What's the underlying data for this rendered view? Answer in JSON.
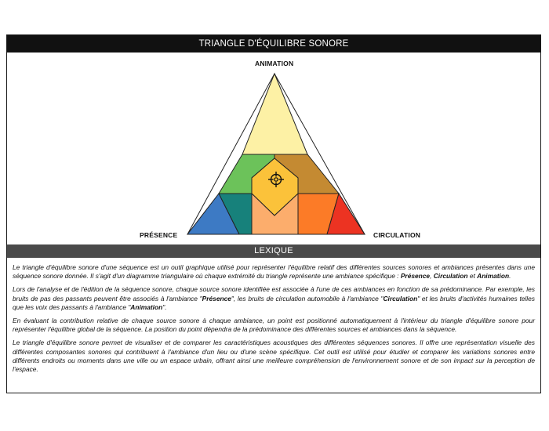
{
  "header": {
    "title": "TRIANGLE D'ÉQUILIBRE SONORE"
  },
  "diagram": {
    "vertices": {
      "top": "ANIMATION",
      "left": "PRÉSENCE",
      "right": "CIRCULATION"
    },
    "colors": {
      "top": "#fdf1a5",
      "green": "#6cc25a",
      "brown": "#c48a32",
      "center": "#fbc23a",
      "blue": "#3d7ac4",
      "teal": "#17817b",
      "peach": "#fcad6c",
      "orange": "#fc7b27",
      "red": "#ec3322"
    },
    "marker": "crosshair-icon"
  },
  "lexique": {
    "title": "LEXIQUE",
    "p1": {
      "t1": "Le triangle d'équilibre sonore d'une séquence est un outil graphique utilisé pour représenter l'équilibre relatif des différentes sources sonores et ambiances présentes dans une séquence sonore donnée. Il s'agit d'un diagramme triangulaire où chaque extrémité du triangle représente une ambiance spécifique : ",
      "b1": "Présence",
      "t2": ", ",
      "b2": "Circulation",
      "t3": " et ",
      "b3": "Animation",
      "t4": "."
    },
    "p2": {
      "t1": "Lors de l'analyse et de l'édition de la séquence sonore, chaque source sonore identifiée est associée à l'une de ces ambiances en fonction de sa prédominance. Par exemple, les bruits de pas des passants peuvent être associés à l'ambiance \"",
      "b1": "Présence",
      "t2": "\", les bruits de circulation automobile à l'ambiance \"",
      "b2": "Circulation",
      "t3": "\" et les bruits d'activités humaines telles que les voix des passants à l'ambiance \"",
      "b3": "Animation",
      "t4": "\"."
    },
    "p3": "En évaluant la contribution relative de chaque source sonore à chaque ambiance, un point est positionné automatiquement à l'intérieur du triangle d'équilibre sonore pour représenter l'équilibre global de la séquence. La position du point dépendra de la prédominance des différentes sources et ambiances dans la séquence.",
    "p4": "Le triangle d'équilibre sonore permet de visualiser et de comparer les caractéristiques acoustiques des différentes séquences sonores. Il offre une représentation visuelle des différentes composantes sonores qui contribuent à l'ambiance d'un lieu ou d'une scène spécifique. Cet outil est utilisé pour étudier et comparer les variations sonores entre différents endroits ou moments dans une ville ou un espace urbain, offrant ainsi une meilleure compréhension de l'environnement sonore et de son impact sur la perception de l'espace."
  }
}
